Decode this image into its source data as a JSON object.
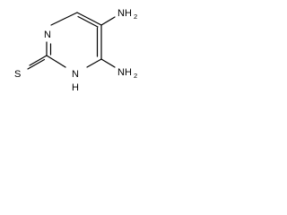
{
  "molecule": {
    "atoms": {
      "n1": {
        "symbol": "N"
      },
      "n3": {
        "symbol": "N",
        "h": "H"
      },
      "s": {
        "symbol": "S"
      },
      "nh2_top": {
        "symbol": "NH",
        "sub": "2"
      },
      "nh2_bottom": {
        "symbol": "NH",
        "sub": "2"
      }
    }
  }
}
